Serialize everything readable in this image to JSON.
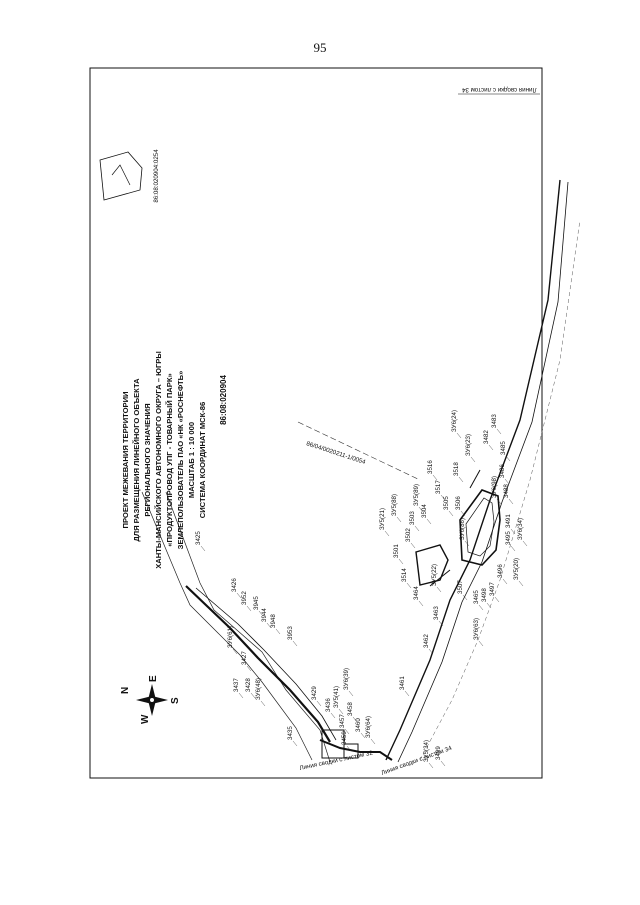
{
  "page_number": "95",
  "title_lines": [
    "ПРОЕКТ МЕЖЕВАНИЯ ТЕРРИТОРИИ",
    "ДЛЯ РАЗМЕЩЕНИЯ ЛИНЕЙНОГО ОБЪЕКТА",
    "РЕГИОНАЛЬНОГО ЗНАЧЕНИЯ",
    "ХАНТЫ-МАНСИЙСКОГО АВТОНОМНОГО ОКРУГА – ЮГРЫ",
    "«ПРОДУКТОПРОВОД УПГ - ТОВАРНЫЙ ПАРК»",
    "ЗЕМЛЕПОЛЬЗОВАТЕЛЬ ПАО «НК «РОСНЕФТЬ»",
    "МАСШТАБ 1 : 10 000",
    "СИСТЕМА КООРДИНАТ МСК-86"
  ],
  "cadastral_quarter": "86:08:020904",
  "parcel_number_top": "86:08:020904:0254",
  "parcel_number_diag": "86/04/0020211-1/0054",
  "match_line_top": "Линия сводки с листом 34",
  "match_line_bottom_left": "Линия сводки с листом 32",
  "match_line_bottom_right": "Линия сводки с листом 34",
  "compass": {
    "n": "N",
    "s": "S",
    "e": "E",
    "w": "W"
  },
  "parcel_labels": [
    "3425",
    "3426",
    "3952",
    "3945",
    "3944",
    "3948",
    "3953",
    "3427",
    "3437",
    "3428",
    "3429",
    "3436",
    "3457",
    "3458",
    "3459",
    "3435",
    "3460",
    "3461",
    "3462",
    "3463",
    "3464",
    "3499",
    "3514",
    "3501",
    "3502",
    "3503",
    "3504",
    "3505",
    "3506",
    "3507",
    "3465",
    "3498",
    "3497",
    "3496",
    "3495",
    "3491",
    "3488",
    "3486",
    "3485",
    "3483",
    "3482",
    "3517",
    "3516",
    "3518"
  ],
  "zone_labels": [
    "ЗУ6(61)",
    "ЗУ6(48)",
    "ЗУ6(39)",
    "ЗУ5(41)",
    "ЗУ6(64)",
    "ЗУ5(34)",
    "ЗУ6(63)",
    "ЗУ5(21)",
    "ЗУ5(88)",
    "ЗУ5(89)",
    "ЗУ5(22)",
    "ЗУ6(86)",
    "ЗУ5(20)",
    "ЗУ6(34)",
    "ЗУ6(98)",
    "ЗУ6(23)",
    "ЗУ6(24)"
  ]
}
